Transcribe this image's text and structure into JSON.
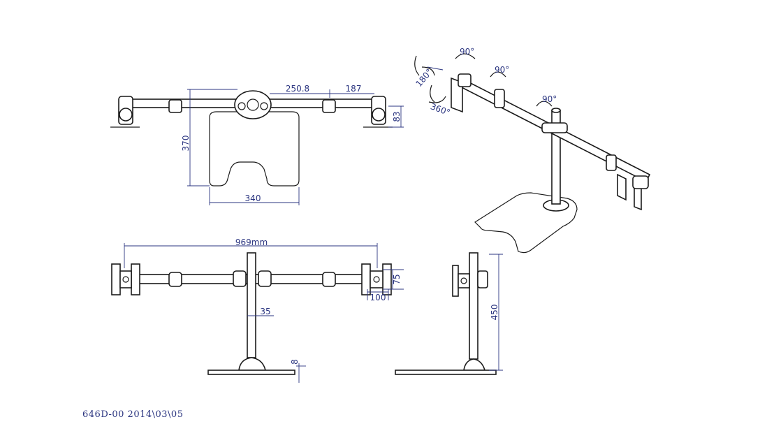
{
  "dimensions": {
    "top_offset": "250.8",
    "top_arm": "187",
    "top_height": "83",
    "base_depth": "370",
    "base_width": "340",
    "overall_width": "969mm",
    "vesa": "75",
    "vesa_h": "100",
    "pole_dia": "35",
    "base_thickness": "8",
    "height": "450"
  },
  "rotations": {
    "r180": "180°",
    "r360": "360°",
    "r90": "90°"
  },
  "footer": {
    "code_date": "646D-00 2014\\03\\05"
  },
  "colors": {
    "line": "#1a1a1a",
    "dimension": "#2b3580"
  }
}
